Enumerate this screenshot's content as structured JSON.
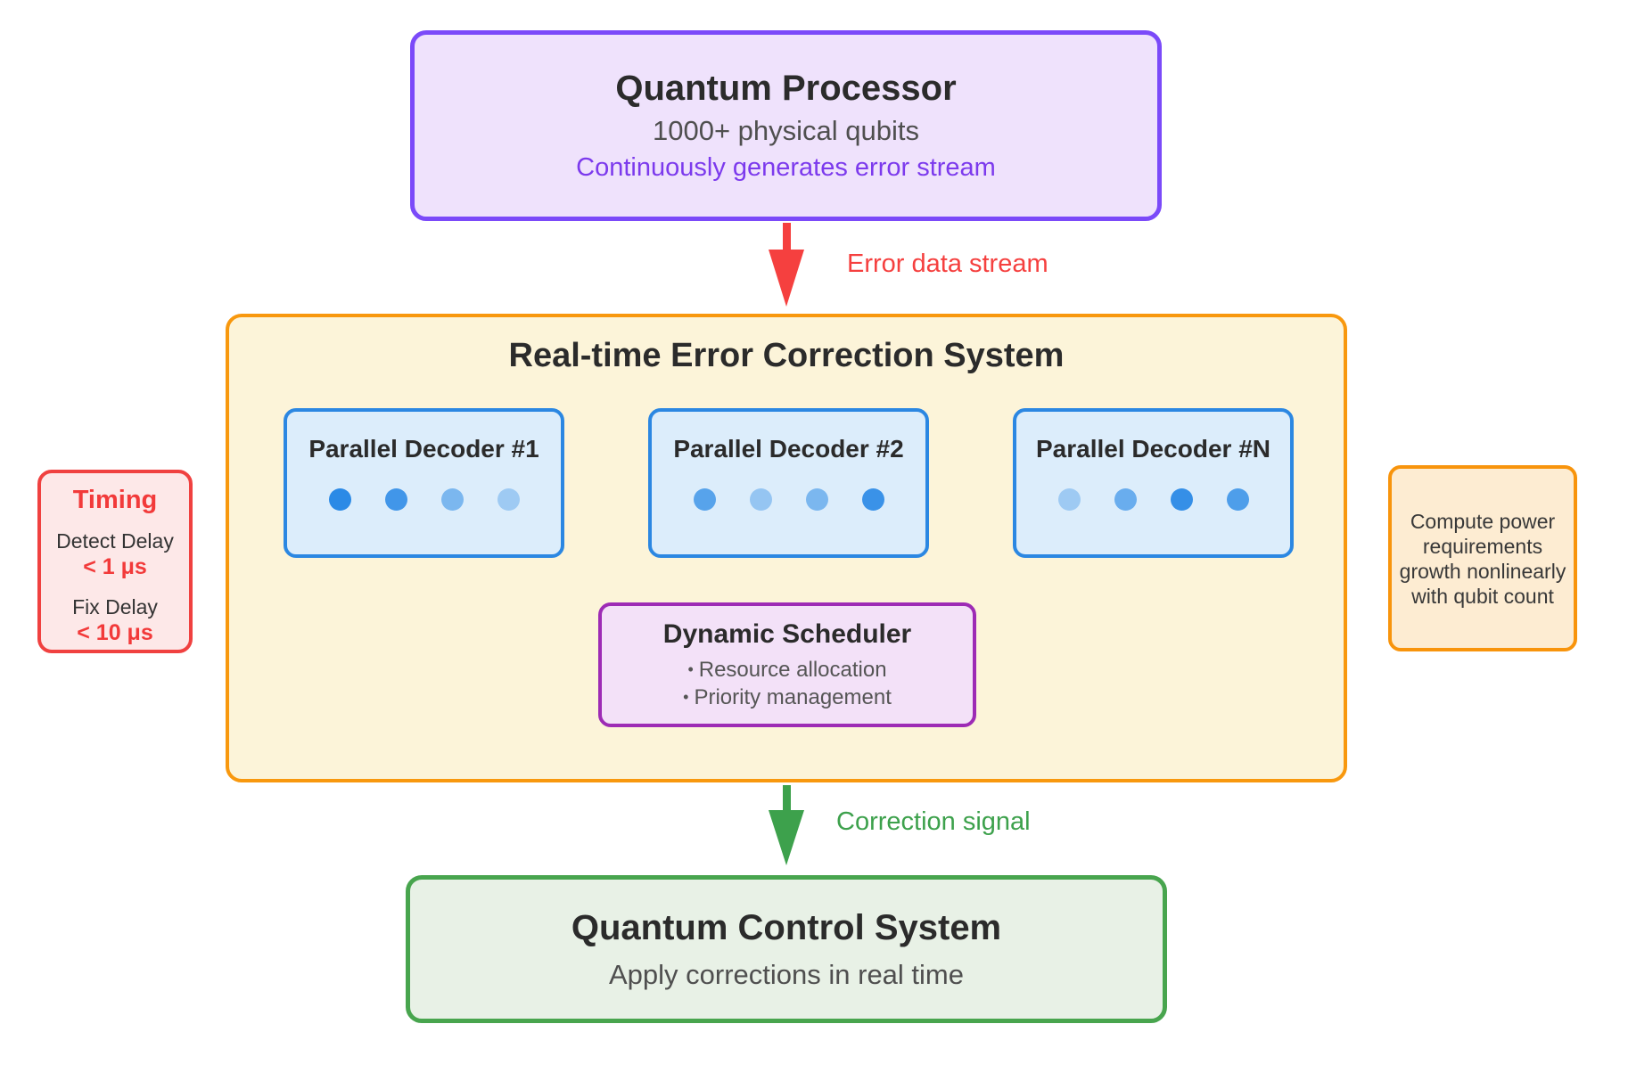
{
  "processor": {
    "title": "Quantum Processor",
    "subtitle": "1000+ physical qubits",
    "note": "Continuously generates error stream"
  },
  "error_flow": {
    "label": "Error data stream"
  },
  "correction_system": {
    "title": "Real-time Error Correction System",
    "decoders": [
      {
        "title": "Parallel Decoder #1",
        "dot_opacities": [
          1,
          0.88,
          0.55,
          0.35
        ]
      },
      {
        "title": "Parallel Decoder #2",
        "dot_opacities": [
          0.75,
          0.4,
          0.55,
          0.92
        ]
      },
      {
        "title": "Parallel Decoder #N",
        "dot_opacities": [
          0.35,
          0.65,
          0.95,
          0.8
        ]
      }
    ],
    "scheduler": {
      "title": "Dynamic Scheduler",
      "bullet": "•",
      "items": [
        "Resource allocation",
        "Priority management"
      ]
    }
  },
  "timing": {
    "title": "Timing",
    "entries": [
      {
        "label": "Detect Delay",
        "value": "< 1 μs"
      },
      {
        "label": "Fix Delay",
        "value": "< 10 μs"
      }
    ]
  },
  "compute_note": {
    "text": "Compute power requirements growth nonlinearly with qubit count"
  },
  "correction_flow": {
    "label": "Correction signal"
  },
  "control": {
    "title": "Quantum Control System",
    "subtitle": "Apply corrections in real time"
  },
  "palette": {
    "processor_border": "#7b4af9",
    "processor_bg": "#efe2fc",
    "accent_violet": "#7c3aed",
    "arrow_red": "#f5403f",
    "system_border": "#f8980e",
    "system_bg": "#fcf4d9",
    "decoder_border": "#2b87e2",
    "decoder_bg": "#dcedfb",
    "dot_blue": "#2b8ae6",
    "scheduler_border": "#9d2bb5",
    "scheduler_bg": "#f3e1f8",
    "timing_border": "#f04140",
    "timing_bg": "#fde8e8",
    "compute_border": "#f8940c",
    "compute_bg": "#fdecd2",
    "arrow_green": "#3da14c",
    "control_border": "#48a54e",
    "control_bg": "#e8f1e6"
  }
}
